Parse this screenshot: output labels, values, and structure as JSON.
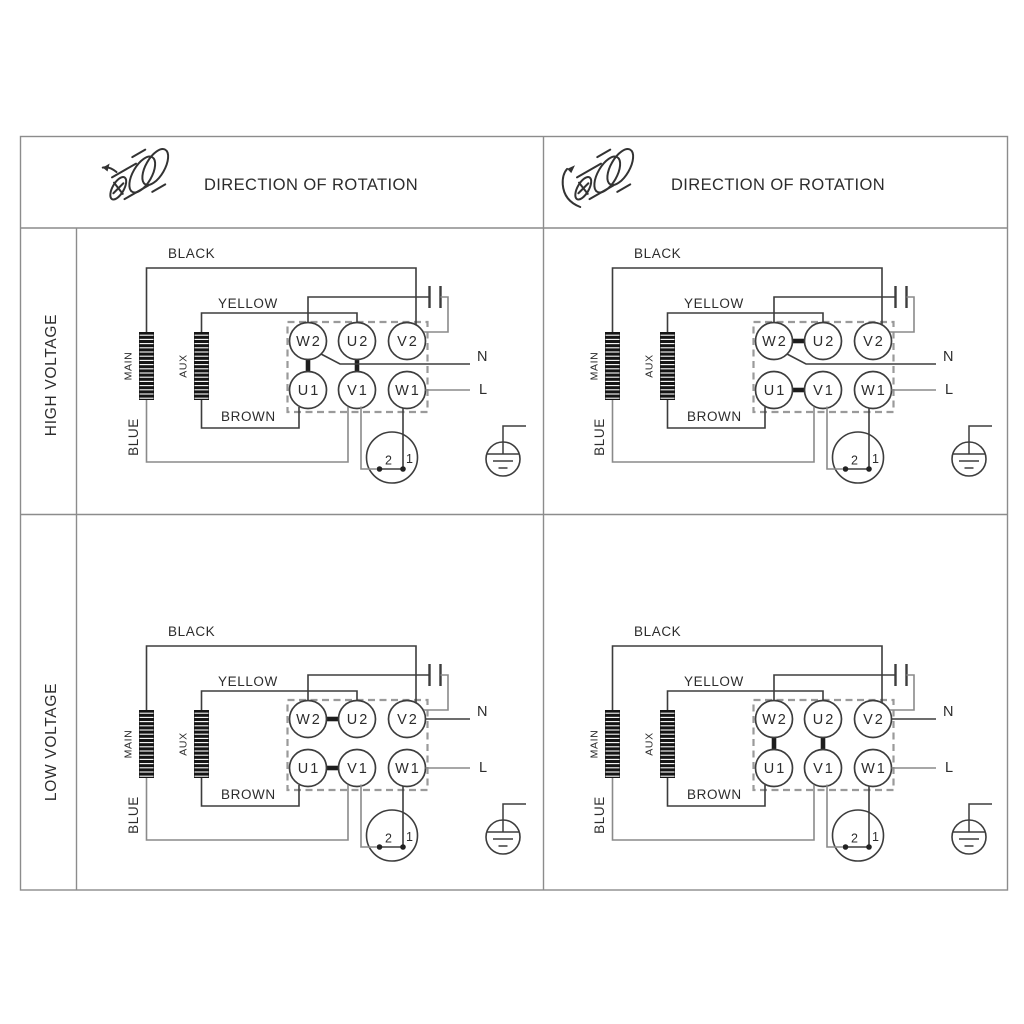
{
  "title_row": {
    "left": {
      "label": "DIRECTION OF ROTATION"
    },
    "right": {
      "label": "DIRECTION OF ROTATION"
    }
  },
  "rows": [
    {
      "label": "HIGH VOLTAGE"
    },
    {
      "label": "LOW VOLTAGE"
    }
  ],
  "labels": {
    "black": "BLACK",
    "yellow": "YELLOW",
    "brown": "BROWN",
    "blue": "BLUE",
    "main": "MAIN",
    "aux": "AUX",
    "neutral": "N",
    "line": "L"
  },
  "terminals": {
    "top": [
      "W2",
      "U2",
      "V2"
    ],
    "bottom": [
      "U1",
      "V1",
      "W1"
    ]
  },
  "thermal_protector": {
    "terminal_2": "2",
    "terminal_1": "1"
  },
  "quadrants": [
    {
      "id": "high-voltage-left",
      "row": "HIGH VOLTAGE",
      "links": "vertical",
      "neutral_from": "W2"
    },
    {
      "id": "high-voltage-right",
      "row": "HIGH VOLTAGE",
      "links": "horizontal",
      "neutral_from": "W2"
    },
    {
      "id": "low-voltage-left",
      "row": "LOW VOLTAGE",
      "links": "horizontal",
      "neutral_from": "V2"
    },
    {
      "id": "low-voltage-right",
      "row": "LOW VOLTAGE",
      "links": "vertical",
      "neutral_from": "V2"
    }
  ],
  "colors": {
    "line": "#3d3d3d",
    "gray_wire": "#8a8a8a",
    "frame": "#8c8c8c",
    "winding_fill": "#151515",
    "dashed_box": "#9a9a9a",
    "link_bar": "#1d1d1d",
    "text": "#2c2c2c"
  }
}
